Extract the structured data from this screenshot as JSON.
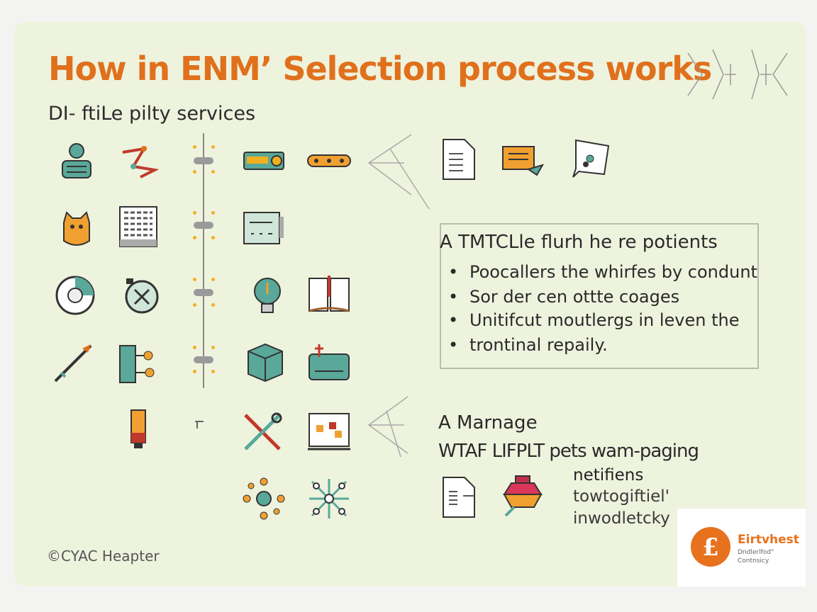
{
  "title": "How in ENM’ Selection process works",
  "subtitle": "DI- ftiLe pilty services",
  "info_box": {
    "heading": "A TMTCLle flurh he re potients",
    "bullets": [
      "Poocallers the whirfes by condunt",
      "Sor der cen ottte coages",
      "Unitifcut moutlergs in leven the",
      "trontinal repaily."
    ]
  },
  "section2": {
    "heading": "A Marnage",
    "line": "WTAF LIFPLT pets wam-paging",
    "sub_lines": [
      "netifiens",
      "towtogiftiel'",
      "inwodletcky"
    ]
  },
  "footer": "©CYAC Heapter",
  "logo": {
    "name": "Eirtvhest",
    "line1": "Dndlerlfod\"",
    "line2": "Contnsicy"
  },
  "colors": {
    "accent": "#e0701c",
    "teal": "#5aa89a",
    "background": "#eef3de"
  }
}
